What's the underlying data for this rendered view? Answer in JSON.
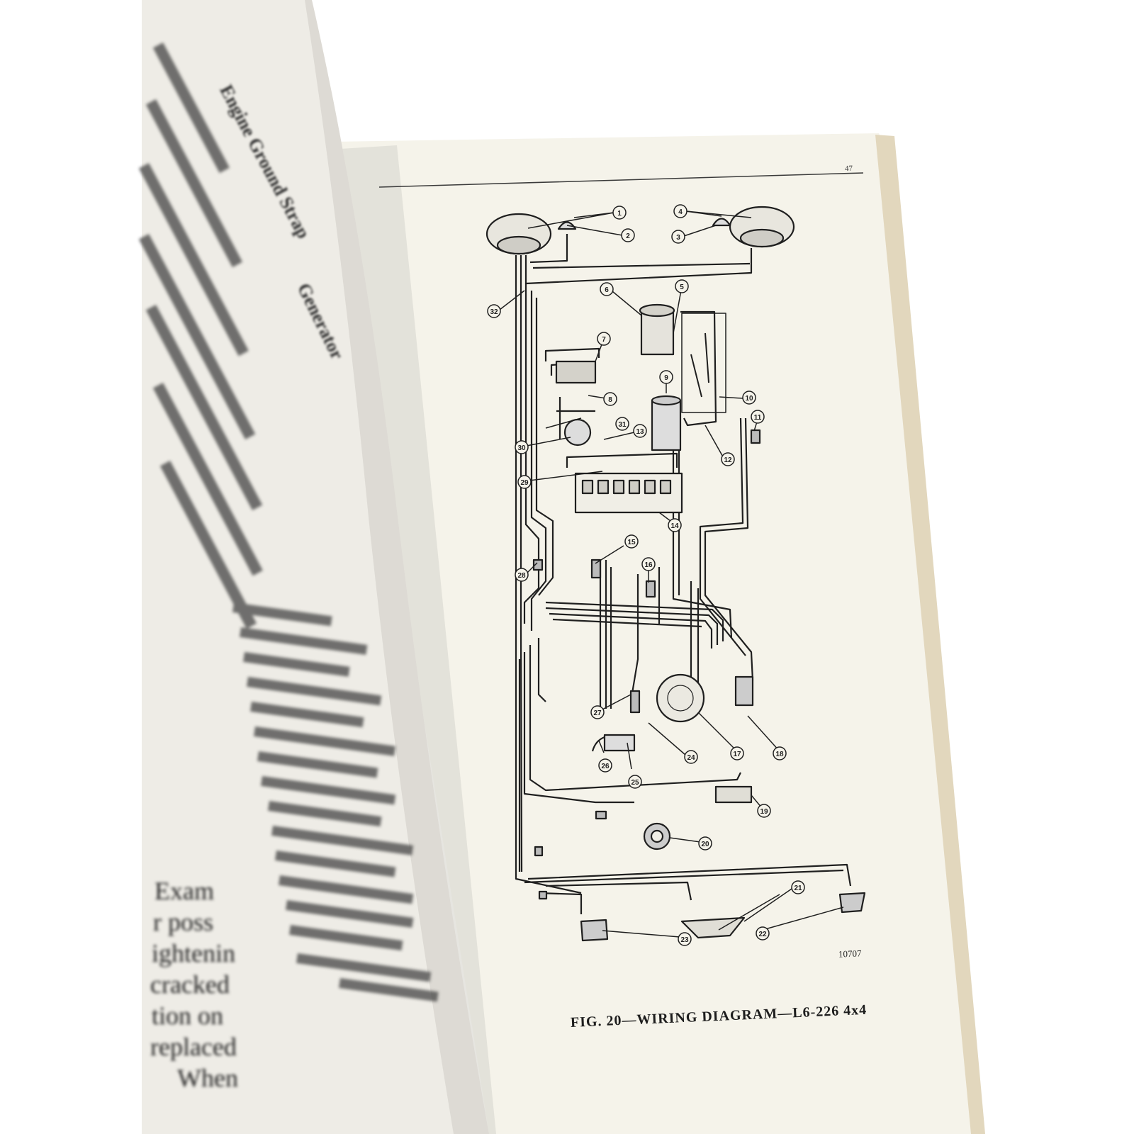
{
  "page": {
    "page_number": "47",
    "figure_id": "10707",
    "caption": "FIG. 20—WIRING DIAGRAM—L6-226 4x4",
    "left_page_fragments": {
      "heading_1": "Engine Ground Strap",
      "heading_2": "Generator",
      "lines_partial": [
        "Exam",
        "r poss",
        "ightenin",
        "cracked",
        "tion on",
        "replaced",
        "When"
      ]
    }
  },
  "diagram": {
    "callouts": [
      "1",
      "2",
      "3",
      "4",
      "5",
      "6",
      "7",
      "8",
      "9",
      "10",
      "11",
      "12",
      "13",
      "14",
      "15",
      "16",
      "17",
      "18",
      "19",
      "20",
      "21",
      "22",
      "23",
      "24",
      "25",
      "26",
      "27",
      "28",
      "29",
      "30",
      "31",
      "32"
    ]
  },
  "colors": {
    "paper_right": "#f5f3ea",
    "paper_left": "#eeece6",
    "ink": "#1f1f1f",
    "page_edge": "#e2d7bd"
  }
}
